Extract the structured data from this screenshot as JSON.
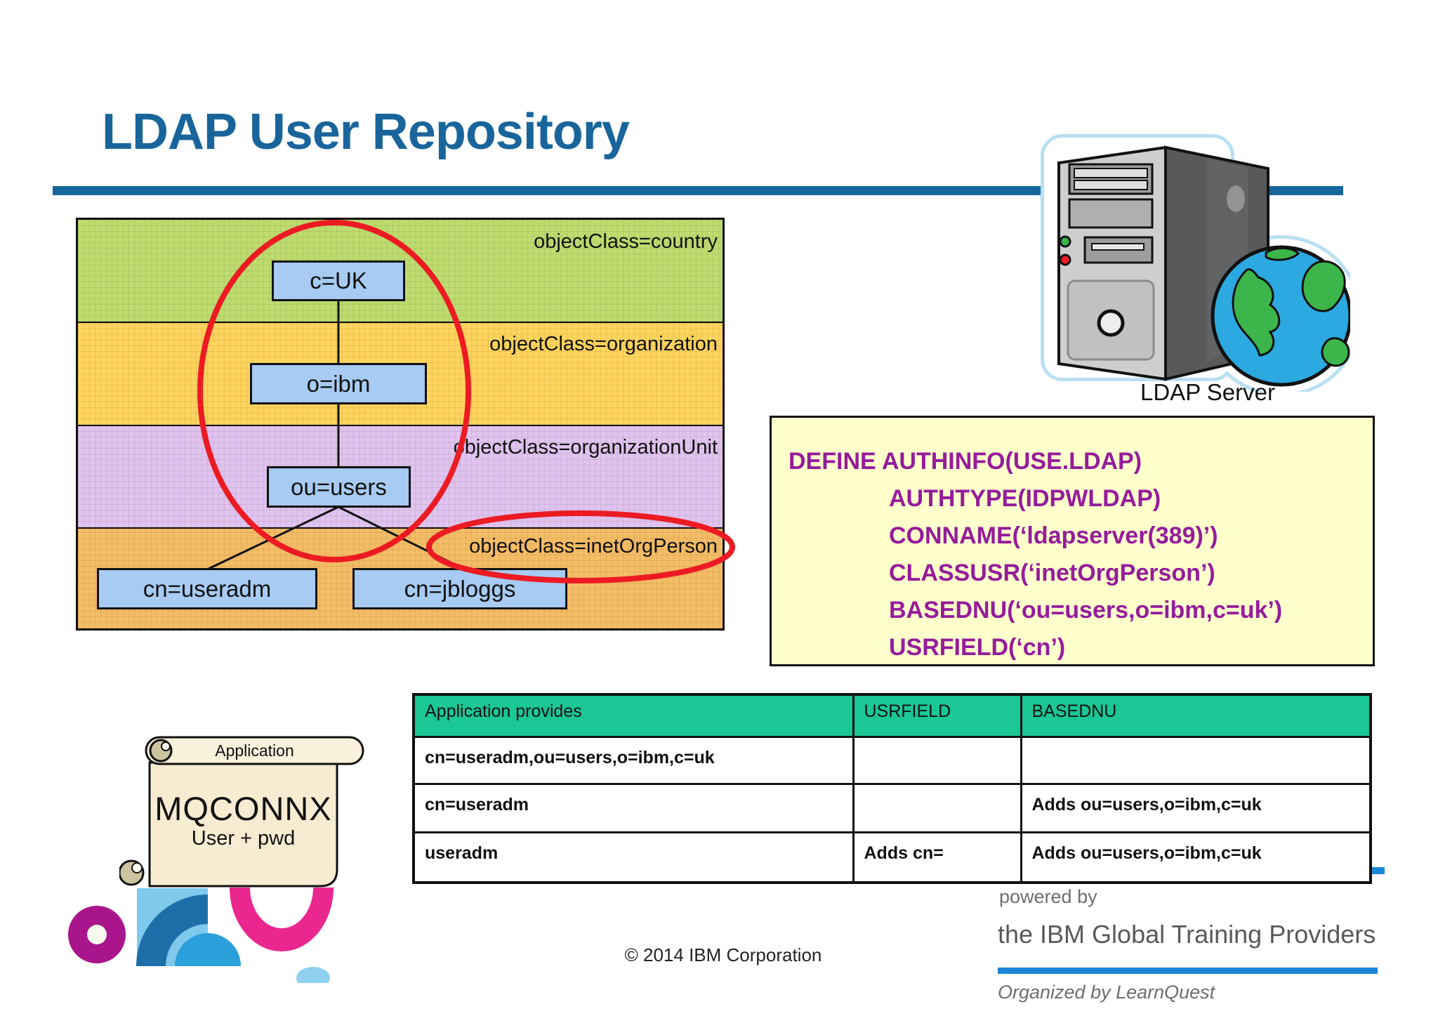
{
  "slide": {
    "title": "LDAP User Repository",
    "copyright": "© 2014 IBM Corporation"
  },
  "diagram": {
    "bands": [
      {
        "label": "objectClass=country",
        "color": "#BEDB6F"
      },
      {
        "label": "objectClass=organization",
        "color": "#FFD45E"
      },
      {
        "label": "objectClass=organizationUnit",
        "color": "#E0C3F0"
      },
      {
        "label": "objectClass=inetOrgPerson",
        "color": "#F5BC66"
      }
    ],
    "nodes": [
      {
        "id": "c-uk",
        "label": "c=UK"
      },
      {
        "id": "o-ibm",
        "label": "o=ibm"
      },
      {
        "id": "ou-users",
        "label": "ou=users"
      },
      {
        "id": "cn-useradm",
        "label": "cn=useradm"
      },
      {
        "id": "cn-jbloggs",
        "label": "cn=jbloggs"
      }
    ]
  },
  "server": {
    "label": "LDAP Server"
  },
  "mqsc": {
    "lines": [
      "DEFINE AUTHINFO(USE.LDAP)",
      "AUTHTYPE(IDPWLDAP)",
      "CONNAME(‘ldapserver(389)’)",
      "CLASSUSR(‘inetOrgPerson’)",
      "BASEDNU(‘ou=users,o=ibm,c=uk’)",
      "USRFIELD(‘cn’)"
    ]
  },
  "application_scroll": {
    "banner": "Application",
    "name": "MQCONNX",
    "subtitle": "User + pwd"
  },
  "table": {
    "headers": [
      "Application provides",
      "USRFIELD",
      "BASEDNU"
    ],
    "rows": [
      [
        "cn=useradm,ou=users,o=ibm,c=uk",
        "",
        ""
      ],
      [
        "cn=useradm",
        "",
        "Adds ou=users,o=ibm,c=uk"
      ],
      [
        "useradm",
        "Adds cn=",
        "Adds ou=users,o=ibm,c=uk"
      ]
    ]
  },
  "branding": {
    "powered_by": "powered by",
    "provider": "the IBM Global Training Providers",
    "organized": "Organized by LearnQuest"
  },
  "colors": {
    "title_blue": "#19659B",
    "rule_blue": "#17679C",
    "table_header_green": "#1AC795",
    "mqsc_purple": "#951C9B",
    "mqsc_bg": "#FFFFCC",
    "node_blue": "#A7CBF2",
    "highlight_red": "#EC1B23",
    "brand_blue": "#1C86D8"
  }
}
